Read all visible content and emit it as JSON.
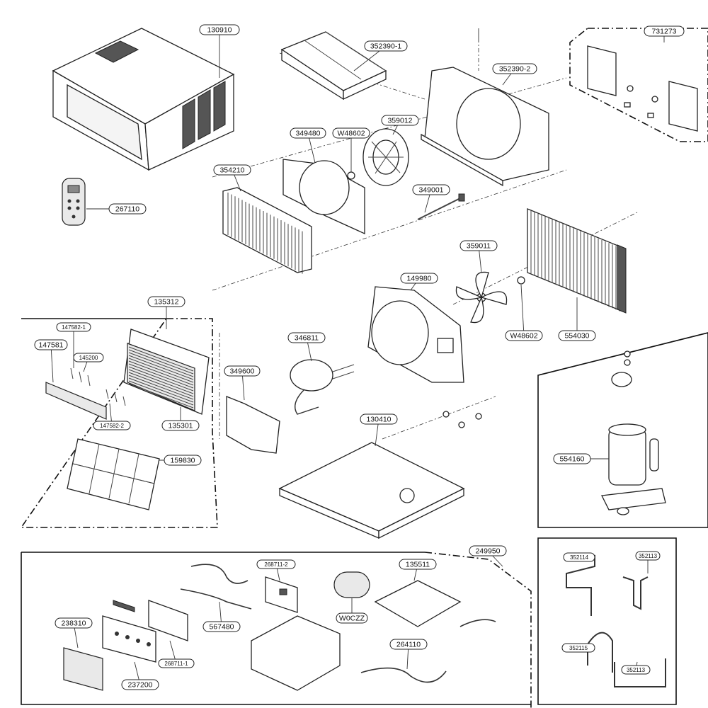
{
  "diagram": {
    "part_numbers": [
      "130910",
      "352390-1",
      "352390-2",
      "731273",
      "349480",
      "W48602",
      "359012",
      "354210",
      "267110",
      "349001",
      "359011",
      "149980",
      "135312",
      "147582-1",
      "147581",
      "145200",
      "346811",
      "W48602",
      "554030",
      "349600",
      "147582-2",
      "135301",
      "130410",
      "159830",
      "554160",
      "249950",
      "268711-2",
      "135511",
      "352114",
      "352113",
      "238310",
      "567480",
      "W0CZZ",
      "352115",
      "352113",
      "268711-1",
      "264110",
      "237200"
    ]
  }
}
